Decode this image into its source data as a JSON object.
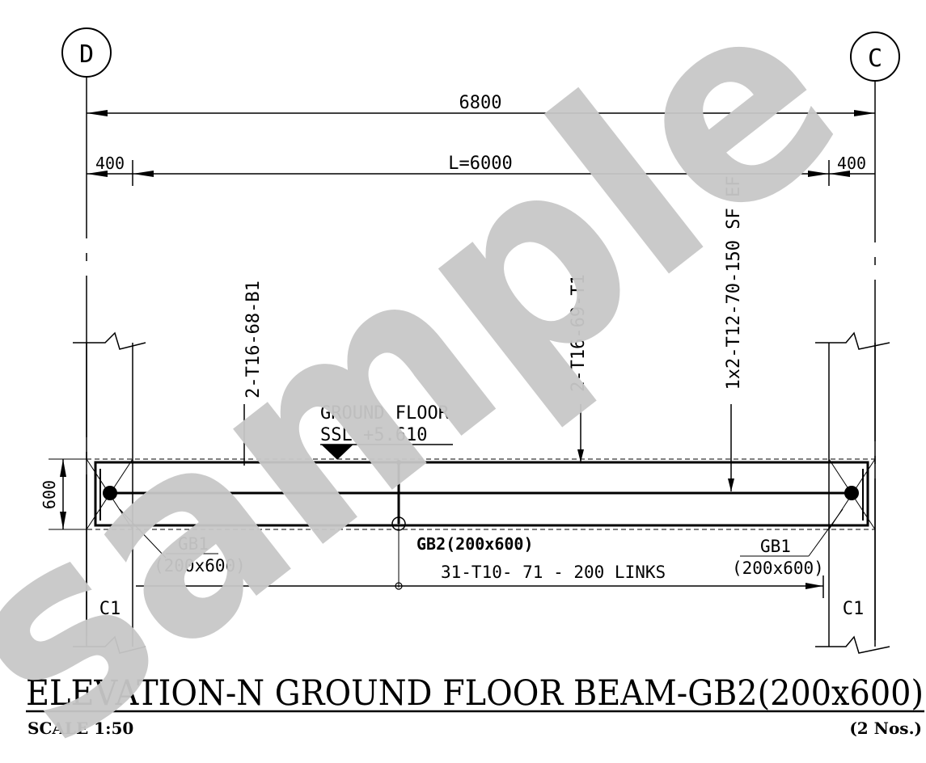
{
  "grid": {
    "left_label": "D",
    "right_label": "C"
  },
  "dimensions": {
    "overall": "6800",
    "clear_span": "L=6000",
    "left_support": "400",
    "right_support": "400",
    "beam_depth": "600"
  },
  "rebar": {
    "bottom_bars": "2-T16-68-B1",
    "top_bars": "2-T16-69-T1",
    "side_face_bars": "1x2-T12-70-150 SF EF",
    "links": "31-T10- 71 - 200  LINKS"
  },
  "level": {
    "line1": "GROUND  FLOOR",
    "line2": "SSL  +5.610"
  },
  "beams": {
    "left_label": "GB1",
    "left_size": "(200x600)",
    "right_label": "GB1",
    "right_size": "(200x600)",
    "mid_label": "GB2(200x600)"
  },
  "columns": {
    "left": "C1",
    "right": "C1"
  },
  "title": {
    "main": "ELEVATION-N  GROUND  FLOOR  BEAM-GB2(200x600)",
    "scale": "SCALE 1:50",
    "quantity": "(2 Nos.)"
  },
  "watermark": {
    "text": "sample",
    "color": "#c8c8c8"
  }
}
